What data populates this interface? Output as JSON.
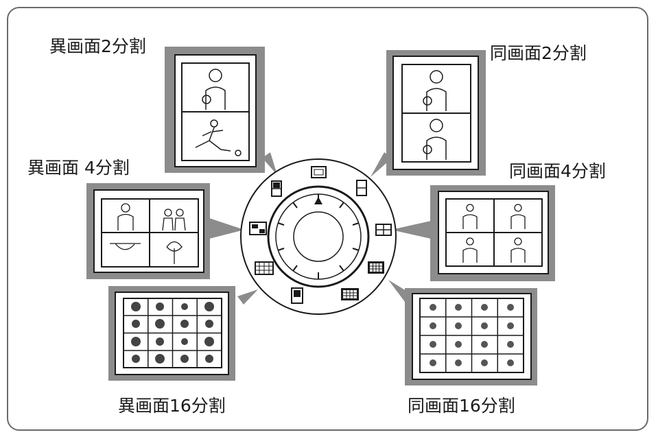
{
  "labels": {
    "diff2": "異画面2分割",
    "same2": "同画面2分割",
    "diff4": "異画面 4分割",
    "same4": "同画面4分割",
    "diff16": "異画面16分割",
    "same16": "同画面16分割"
  },
  "colors": {
    "panel_border": "#8c8c8c",
    "line": "#1a1a1a",
    "frame": "#6a6a6a"
  },
  "icons": {
    "full": "full-screen-icon",
    "diff2": "split-2-different-icon",
    "same2": "split-2-same-icon",
    "diff4": "split-4-different-icon",
    "same4": "split-4-same-icon",
    "diff16": "split-16-different-icon",
    "same16": "split-16-same-icon"
  }
}
